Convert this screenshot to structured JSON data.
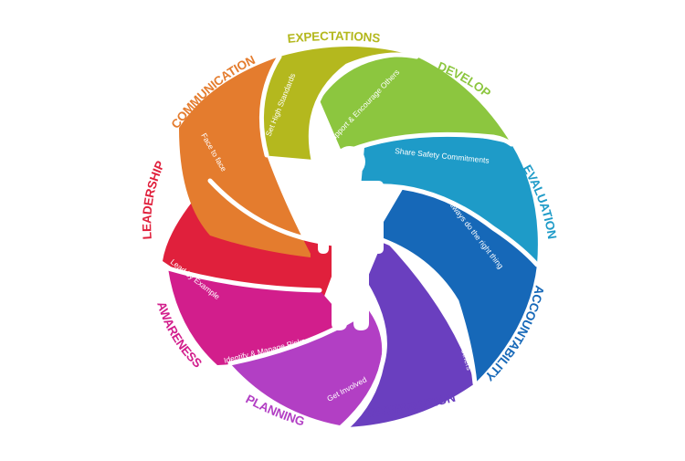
{
  "segments": [
    {
      "id": "expectations",
      "title": "EXPECTATIONS",
      "phrase": "Set High Standards",
      "color": "#b4b81e"
    },
    {
      "id": "develop",
      "title": "DEVELOP",
      "phrase": "Support & Encourage Others",
      "color": "#8cc63f"
    },
    {
      "id": "evaluation",
      "title": "EVALUATION",
      "phrase": "Share Safety Commitments",
      "color": "#1e9bc8"
    },
    {
      "id": "accountability",
      "title": "ACCOUNTABILITY",
      "phrase": "Always do the right thing",
      "color": "#1668b8"
    },
    {
      "id": "intervention",
      "title": "INTERVENTION",
      "phrase": "Look out for others",
      "color": "#6a3fbf"
    },
    {
      "id": "planning",
      "title": "PLANNING",
      "phrase": "Get Involved",
      "color": "#b23fc4"
    },
    {
      "id": "awareness",
      "title": "AWARENESS",
      "phrase": "Identify & Manage Risks",
      "color": "#d21e8c"
    },
    {
      "id": "leadership",
      "title": "LEADERSHIP",
      "phrase": "Lead by Example",
      "color": "#e0203c"
    },
    {
      "id": "communication",
      "title": "COMMUNICATION",
      "phrase": "Face to face",
      "color": "#e47c2e"
    }
  ],
  "center_icon": "person-icon"
}
